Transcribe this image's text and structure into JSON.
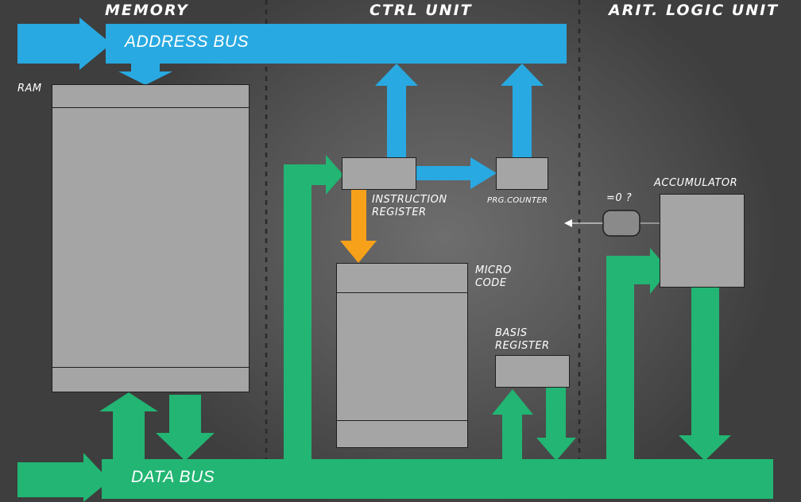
{
  "sections": {
    "memory": "MEMORY",
    "ctrl_unit": "CTRL UNIT",
    "alu": "ARIT. LOGIC UNIT"
  },
  "buses": {
    "address": "ADDRESS BUS",
    "data": "DATA BUS"
  },
  "components": {
    "ram": "RAM",
    "instruction_register_line1": "INSTRUCTION",
    "instruction_register_line2": "REGISTER",
    "program_counter": "PRG.COUNTER",
    "microcode_line1": "MICRO",
    "microcode_line2": "CODE",
    "basis_register_line1": "BASIS",
    "basis_register_line2": "REGISTER",
    "accumulator": "ACCUMULATOR",
    "zero_check": "=0 ?"
  },
  "colors": {
    "address_bus": "#29a9e1",
    "data_bus": "#22b573",
    "microcode_arrow": "#f7a11a",
    "component_fill": "#a5a5a5"
  }
}
